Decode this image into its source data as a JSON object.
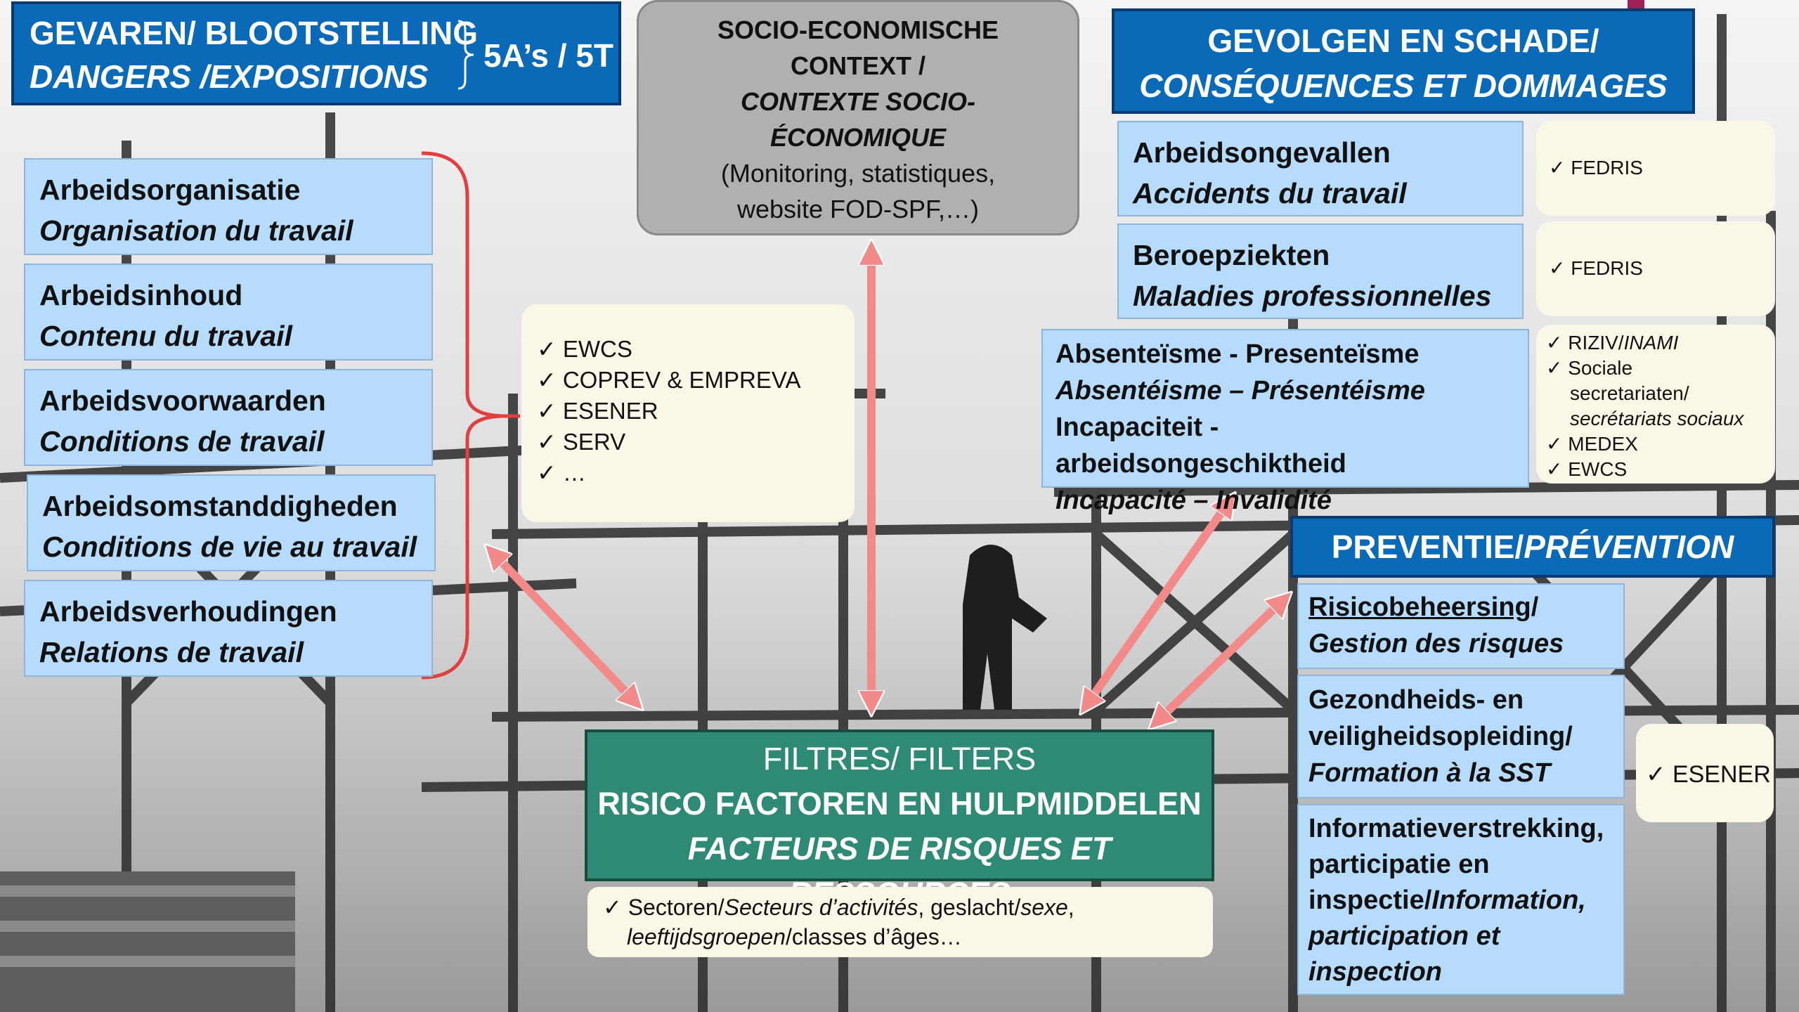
{
  "colors": {
    "title_blue": "#0b6ab7",
    "light_blue": "#b7dbfb",
    "note_cream": "#fbf7e6",
    "filter_green": "#2e8a74",
    "arrow_pink": "#f28a8a",
    "bracket_red": "#e04040",
    "grey_box": "#b0b0b0"
  },
  "dangers": {
    "title_nl": "GEVAREN/ BLOOTSTELLING",
    "title_fr": "DANGERS /EXPOSITIONS",
    "badge": "5A’s / 5T",
    "items": [
      {
        "nl": "Arbeidsorganisatie",
        "fr": "Organisation du travail"
      },
      {
        "nl": "Arbeidsinhoud",
        "fr": "Contenu du travail"
      },
      {
        "nl": "Arbeidsvoorwaarden",
        "fr": "Conditions de travail"
      },
      {
        "nl": "Arbeidsomstanddigheden",
        "fr": "Conditions de vie au travail"
      },
      {
        "nl": "Arbeidsverhoudingen",
        "fr": "Relations de travail"
      }
    ],
    "sources": [
      "EWCS",
      "COPREV & EMPREVA",
      "ESENER",
      "SERV",
      "…"
    ]
  },
  "socio": {
    "line1": "SOCIO-ECONOMISCHE",
    "line2": "CONTEXT /",
    "line3": "CONTEXTE SOCIO-",
    "line4": "ÉCONOMIQUE",
    "line5": "(Monitoring, statistiques,",
    "line6": "website FOD-SPF,…)"
  },
  "consequences": {
    "title_nl": "GEVOLGEN EN SCHADE/",
    "title_fr": "CONSÉQUENCES ET DOMMAGES",
    "accidents": {
      "nl": "Arbeidsongevallen",
      "fr": "Accidents du travail",
      "source": "FEDRIS"
    },
    "diseases": {
      "nl": "Beroepziekten",
      "fr": "Maladies professionnelles",
      "source": "FEDRIS"
    },
    "absent": {
      "l1": "Absenteïsme - Presenteïsme",
      "l2": "Absentéisme – Présentéisme",
      "l3": "Incapaciteit - arbeidsongeschiktheid",
      "l4": "Incapacité – Invalidité"
    },
    "absent_sources": {
      "s1a": "RIZIV/",
      "s1b": "INAMI",
      "s2a": "Sociale",
      "s2b": "secretariaten/",
      "s2c": "secrétariats sociaux",
      "s3": "MEDEX",
      "s4": "EWCS"
    }
  },
  "prevention": {
    "title_nl": "PREVENTIE/",
    "title_fr": "PRÉVENTION",
    "risk_nl": "Risicobeheersing",
    "risk_slash": "/",
    "risk_fr": "Gestion des risques",
    "training_l1": "Gezondheids- en",
    "training_l2": "veiligheidsopleiding/",
    "training_fr": "Formation à la SST",
    "training_source": "ESENER",
    "info_l1": "Informatieverstrekking,",
    "info_l2": "participatie en",
    "info_l3a": "inspectie/",
    "info_l3b": "Information,",
    "info_l4": "participation et",
    "info_l5": "inspection"
  },
  "filters": {
    "line1": "FILTRES/ FILTERS",
    "line2": "RISICO FACTOREN EN HULPMIDDELEN",
    "line3": "FACTEURS DE RISQUES ET RESSOURCES",
    "note_a": "Sectoren/",
    "note_b": "Secteurs d’activités",
    "note_c": ", geslacht/",
    "note_d": "sexe",
    "note_e": ",",
    "note_f": "leeftijdsgroepen",
    "note_g": "/classes d’âges…"
  }
}
